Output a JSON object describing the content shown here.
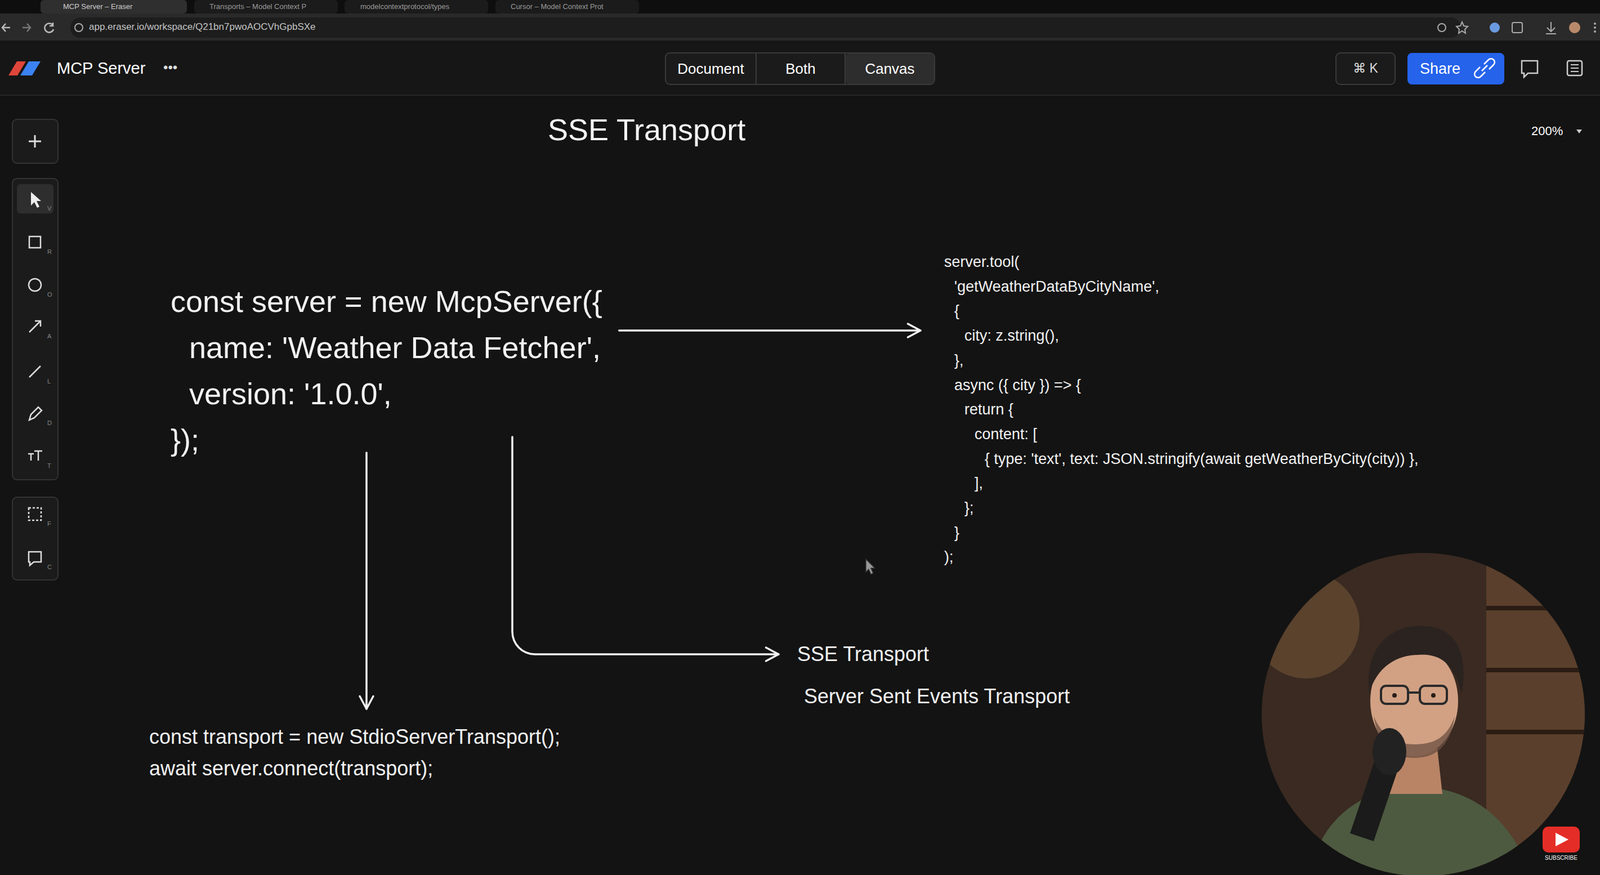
{
  "diagram": {
    "title": "SSE Transport",
    "nodes": [
      {
        "text": [
          "const server = new McpServer({",
          "name: 'Weather Data Fetcher',",
          "version: '1.0.0',",
          "});"
        ]
      },
      {
        "text": [
          "server.tool(",
          "'getWeatherDataByCityName',",
          "{",
          "city: z.string(),",
          "},",
          "async ({ city }) => {",
          "return {",
          "content: [",
          "{ type: 'text', text: JSON.stringify(await getWeatherByCity(city)) },",
          "],",
          "};",
          "}",
          ");"
        ]
      },
      {
        "text": [
          "const transport = new StdioServerTransport();",
          "await server.connect(transport);"
        ]
      },
      {
        "text": [
          "SSE Transport",
          "Server Sent Events Transport"
        ]
      }
    ],
    "edges": [
      {
        "from": 0,
        "to": 1,
        "arrow": "to"
      },
      {
        "from": 0,
        "to": 2,
        "arrow": "to"
      },
      {
        "from": 0,
        "to": 3,
        "arrow": "to"
      }
    ],
    "labels": [
      "MCP Server – Eraser",
      "Transports – Model Context P",
      "modelcontextprotocol/types",
      "Cursor – Model Context Prot",
      "app.eraser.io/workspace/Q21bn7pwoAOCVhGpbSXe",
      "MCP Server",
      "•••",
      "Document",
      "Both",
      "Canvas",
      "⌘ K",
      "Share",
      "V",
      "R",
      "O",
      "A",
      "L",
      "D",
      "T",
      "F",
      "C",
      "200%",
      "SUBSCRIBE"
    ]
  }
}
